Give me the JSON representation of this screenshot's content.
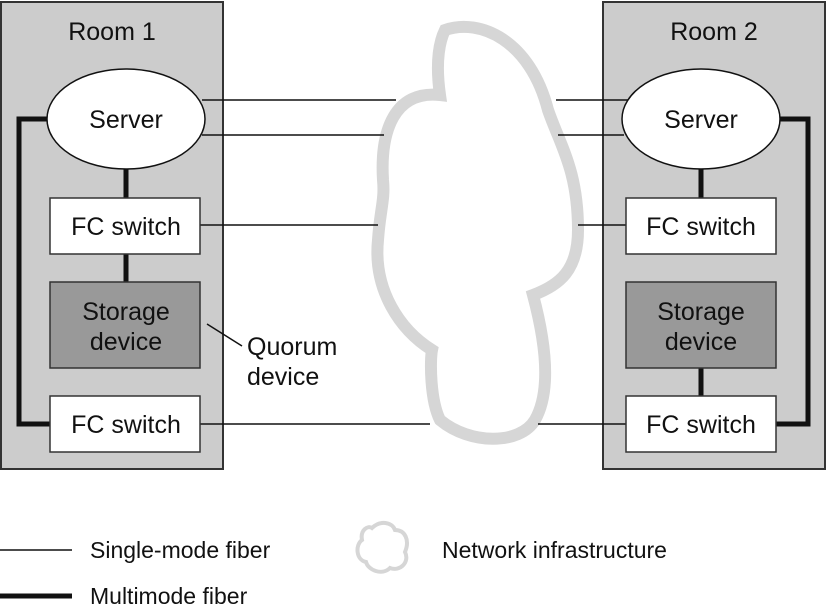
{
  "rooms": [
    {
      "title": "Room 1",
      "server": "Server",
      "fc_switch_top": "FC switch",
      "storage_line1": "Storage",
      "storage_line2": "device",
      "fc_switch_bottom": "FC switch"
    },
    {
      "title": "Room 2",
      "server": "Server",
      "fc_switch_top": "FC switch",
      "storage_line1": "Storage",
      "storage_line2": "device",
      "fc_switch_bottom": "FC switch"
    }
  ],
  "annotation": {
    "line1": "Quorum",
    "line2": "device"
  },
  "legend": {
    "single_mode": "Single-mode fiber",
    "multimode": "Multimode fiber",
    "network": "Network infrastructure"
  },
  "colors": {
    "room_fill": "#cccccc",
    "storage_fill": "#999999",
    "cloud": "#d6d6d6",
    "line": "#111111"
  }
}
